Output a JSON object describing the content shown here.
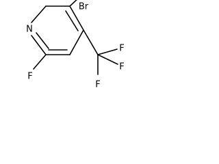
{
  "molecule": {
    "atoms": {
      "nitrogen": "N",
      "bromine": "Br",
      "fluorine_ring": "F",
      "fluorine_top": "F",
      "fluorine_right": "F",
      "fluorine_bottom": "F"
    }
  }
}
